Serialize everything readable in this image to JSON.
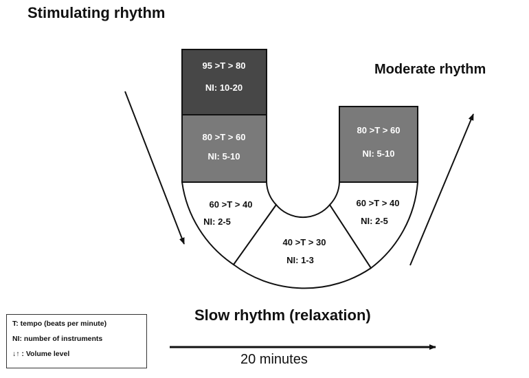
{
  "titles": {
    "stimulating": "Stimulating rhythm",
    "moderate": "Moderate rhythm",
    "slow": "Slow rhythm (relaxation)",
    "duration": "20 minutes"
  },
  "cells": {
    "left_top": {
      "tempo": "95 >T > 80",
      "ni": "NI: 10-20",
      "fill": "#474747",
      "text_color": "#ffffff"
    },
    "left_mid": {
      "tempo": "80 >T > 60",
      "ni": "NI: 5-10",
      "fill": "#7a7a7a",
      "text_color": "#ffffff"
    },
    "right_top": {
      "tempo": "80 >T > 60",
      "ni": "NI: 5-10",
      "fill": "#7a7a7a",
      "text_color": "#ffffff"
    },
    "arc_left": {
      "tempo": "60 >T > 40",
      "ni": "NI: 2-5",
      "fill": "#ffffff",
      "text_color": "#111111"
    },
    "arc_bottom": {
      "tempo": "40 >T > 30",
      "ni": "NI: 1-3",
      "fill": "#ffffff",
      "text_color": "#111111"
    },
    "arc_right": {
      "tempo": "60 >T > 40",
      "ni": "NI: 2-5",
      "fill": "#ffffff",
      "text_color": "#111111"
    }
  },
  "legend": {
    "tempo": "T: tempo (beats per minute)",
    "instruments": "NI: number of instruments",
    "volume": "↓↑ : Volume level"
  }
}
